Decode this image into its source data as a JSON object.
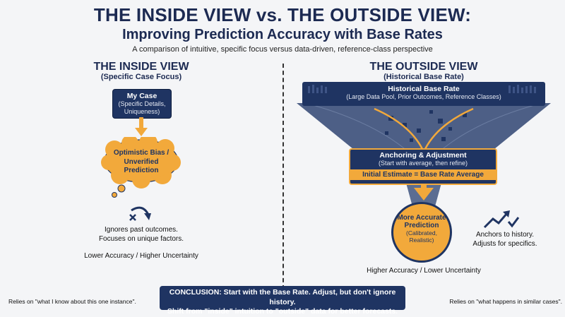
{
  "header": {
    "title": "THE INSIDE VIEW vs. THE OUTSIDE VIEW:",
    "subtitle": "Improving Prediction Accuracy with Base Rates",
    "description": "A comparison of intuitive, specific focus versus data-driven, reference-class perspective"
  },
  "inside": {
    "heading": "THE INSIDE VIEW",
    "subheading": "(Specific Case Focus)",
    "my_case_title": "My Case",
    "my_case_detail_1": "(Specific Details,",
    "my_case_detail_2": "Uniqueness)",
    "bias_line_1": "Optimistic Bias /",
    "bias_line_2": "Unverified",
    "bias_line_3": "Prediction",
    "ignores_1": "Ignores past outcomes.",
    "ignores_2": "Focuses on unique factors.",
    "accuracy": "Lower Accuracy / Higher Uncertainty",
    "footnote": "Relies on \"what I know about this one instance\"."
  },
  "outside": {
    "heading": "THE OUTSIDE VIEW",
    "subheading": "(Historical Base Rate)",
    "base_rate_title": "Historical Base Rate",
    "base_rate_detail": "(Large Data Pool, Prior Outcomes, Reference Classes)",
    "anchoring_title": "Anchoring & Adjustment",
    "anchoring_detail": "(Start with average, then refine)",
    "initial_estimate": "Initial Estimate = Base Rate Average",
    "accurate_1": "More Accurate",
    "accurate_2": "Prediction",
    "accurate_3": "(Calibrated,",
    "accurate_4": "Realistic)",
    "anchors_1": "Anchors to history.",
    "anchors_2": "Adjusts for specifics.",
    "accuracy": "Higher Accuracy / Lower Uncertainty",
    "footnote": "Relies on \"what happens in similar cases\"."
  },
  "conclusion": {
    "line_1": "CONCLUSION: Start with the Base Rate. Adjust, but don't ignore history.",
    "line_2": "Shift from \"inside\" intuition to \"outside\" data for better forecasts."
  },
  "colors": {
    "navy": "#1f3462",
    "orange": "#f2a93b",
    "funnel": "#4d5f86"
  },
  "icons": [
    "down-arrow-icon",
    "thought-cloud-icon",
    "curved-arrow-x-icon",
    "trend-up-check-icon",
    "funnel-icon"
  ]
}
